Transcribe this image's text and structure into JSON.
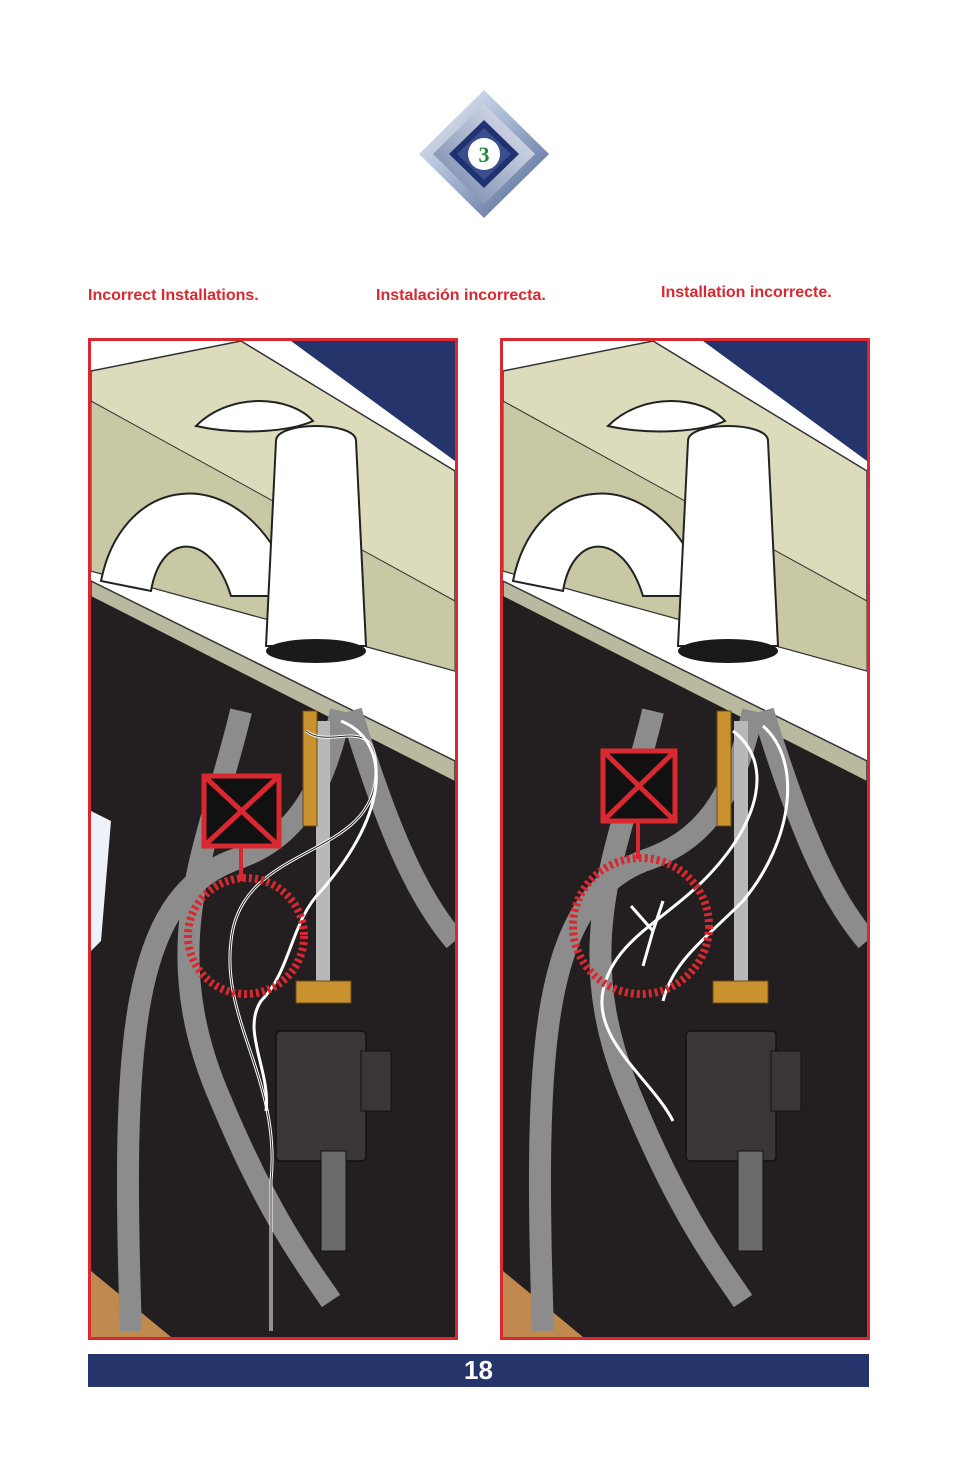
{
  "step": {
    "number": "3"
  },
  "captions": {
    "english": "Incorrect Installations.",
    "spanish": "Instalación incorrecta.",
    "french": "Installation incorrecte."
  },
  "footer": {
    "page_number": "18"
  },
  "colors": {
    "accent_red": "#d9282f",
    "navy": "#25346b",
    "counter": "#dcdcbc",
    "cabinet": "#231f20",
    "hose": "#8c8c8c",
    "brass": "#c9922f"
  }
}
